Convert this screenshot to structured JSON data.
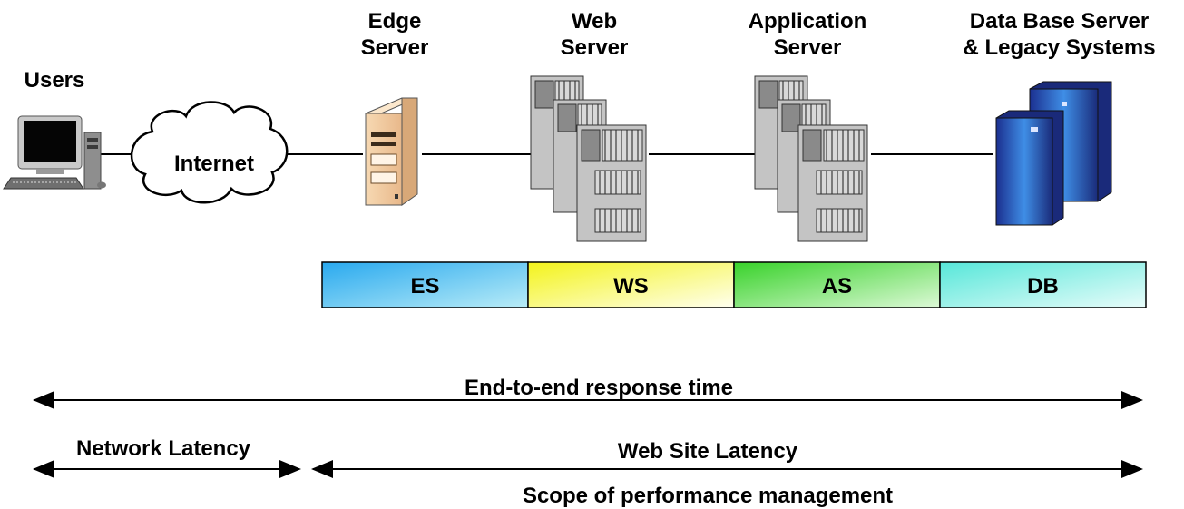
{
  "stages": {
    "users": "Users",
    "edge": "Edge\nServer",
    "web": "Web\nServer",
    "app": "Application\nServer",
    "db": "Data Base Server\n& Legacy Systems"
  },
  "cloud_label": "Internet",
  "bar": [
    {
      "label": "ES",
      "color_from": "#29a9ef",
      "color_to": "#b9ecf7"
    },
    {
      "label": "WS",
      "color_from": "#f3f31a",
      "color_to": "#fffff0"
    },
    {
      "label": "AS",
      "color_from": "#38d22a",
      "color_to": "#ddf9d7"
    },
    {
      "label": "DB",
      "color_from": "#56e7d9",
      "color_to": "#e8fcfa"
    }
  ],
  "spans": {
    "end_to_end": "End-to-end response time",
    "network": "Network Latency",
    "website": "Web Site Latency",
    "scope": "Scope of performance management"
  }
}
